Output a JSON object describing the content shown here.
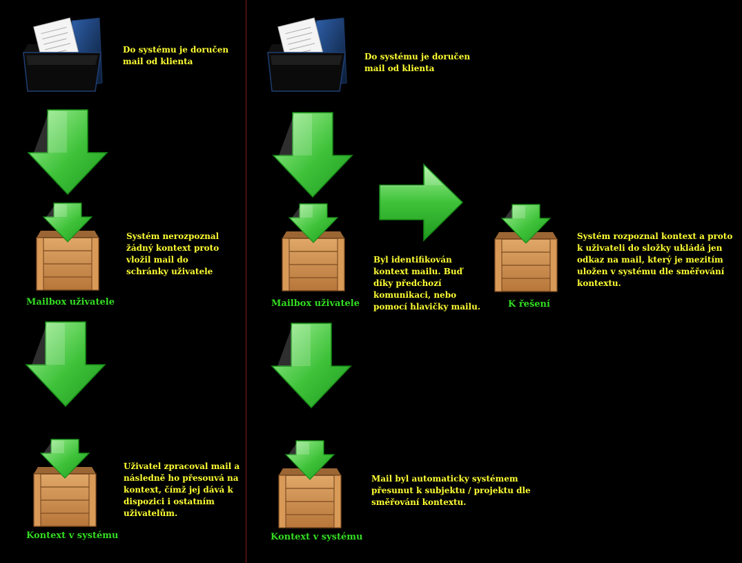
{
  "colors": {
    "background": "#000000",
    "divider": "#8b1a1a",
    "note_text": "#ffff33",
    "caption_text": "#33dd22",
    "arrow_light": "#a6f29a",
    "arrow_dark": "#1e9a1e",
    "crate_wood": "#c98a4e"
  },
  "icons": {
    "mail": "document-folder-icon",
    "flow": "green-arrow-icon",
    "box": "wooden-crate-inbox-icon"
  },
  "left": {
    "step_arrival": "Do systému je doručen\nmail od klienta",
    "step_mailbox": "Systém nerozpoznal\nžádný kontext proto\nvložil mail do\nschránky uživatele",
    "mailbox_label": "Mailbox uživatele",
    "step_context": "Uživatel zpracoval mail a\nnásledně ho přesouvá na\nkontext, čímž jej dává k\ndispozici i ostatním\nuživatelům.",
    "context_label": "Kontext v systému"
  },
  "right": {
    "step_arrival": "Do systému je doručen\nmail od klienta",
    "step_identified": "Byl identifikován\nkontext mailu. Buď\ndíky předchozí\nkomunikaci, nebo\npomocí hlavičky mailu.",
    "mailbox_label": "Mailbox uživatele",
    "step_resolve": "Systém rozpoznal kontext a proto\nk uživateli do složky ukládá jen\nodkaz na mail, který je mezitím\nuložen v systému dle směřování\nkontextu.",
    "resolve_label": "K řešení",
    "step_auto": "Mail byl automaticky systémem\npřesunut k subjektu / projektu dle\nsměřování kontextu.",
    "context_label": "Kontext v systému"
  }
}
